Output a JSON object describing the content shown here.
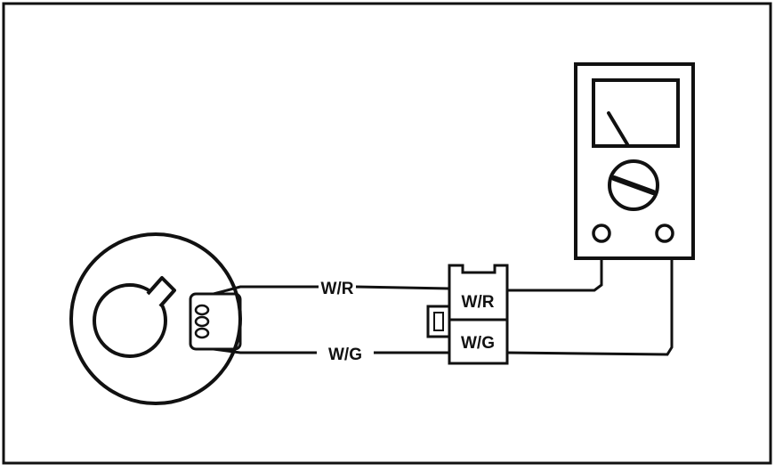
{
  "diagram": {
    "wires": {
      "upper_label": "W/R",
      "lower_label": "W/G"
    },
    "connector": {
      "upper_terminal": "W/R",
      "lower_terminal": "W/G"
    },
    "components": {
      "stator": "stator-coil-icon",
      "connector": "coupler-icon",
      "meter": "multimeter-icon"
    },
    "colors": {
      "ink": "#111111",
      "paper": "#ffffff"
    }
  }
}
